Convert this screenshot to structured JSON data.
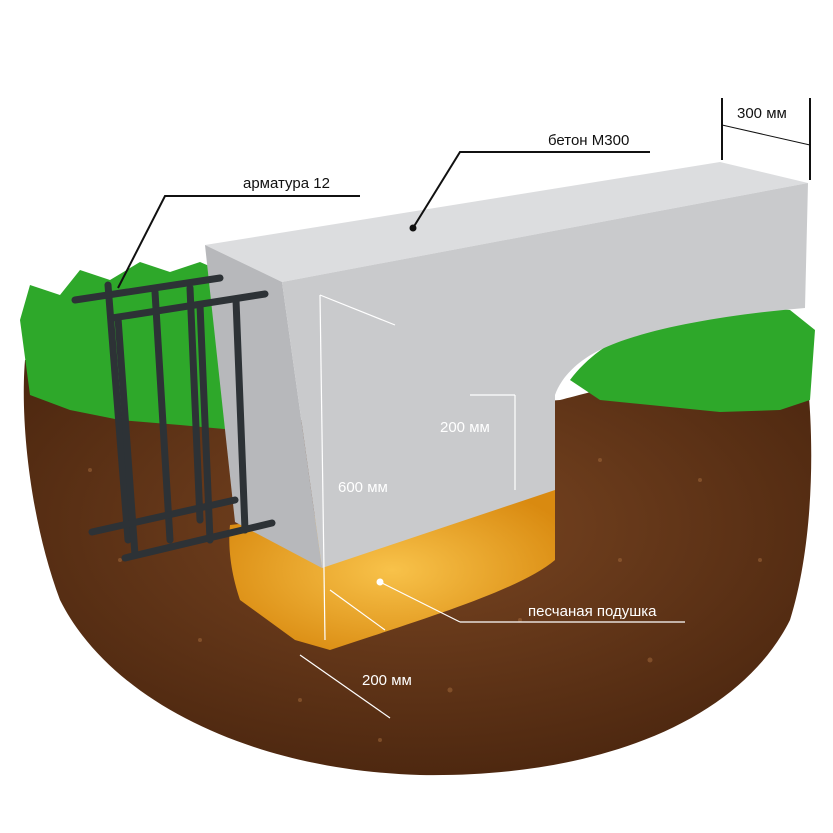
{
  "diagram": {
    "labels": {
      "width": "300 мм",
      "concrete": "бетон М300",
      "rebar": "арматура 12",
      "depth_above": "200 мм",
      "height": "600 мм",
      "sand_cushion": "песчаная подушка",
      "sand_thickness": "200 мм"
    },
    "colors": {
      "soil": "#6b3a1c",
      "grass": "#2ea82a",
      "concrete": "#c9cacc",
      "sand": "#f0a21e",
      "rebar": "#2d3236"
    }
  }
}
